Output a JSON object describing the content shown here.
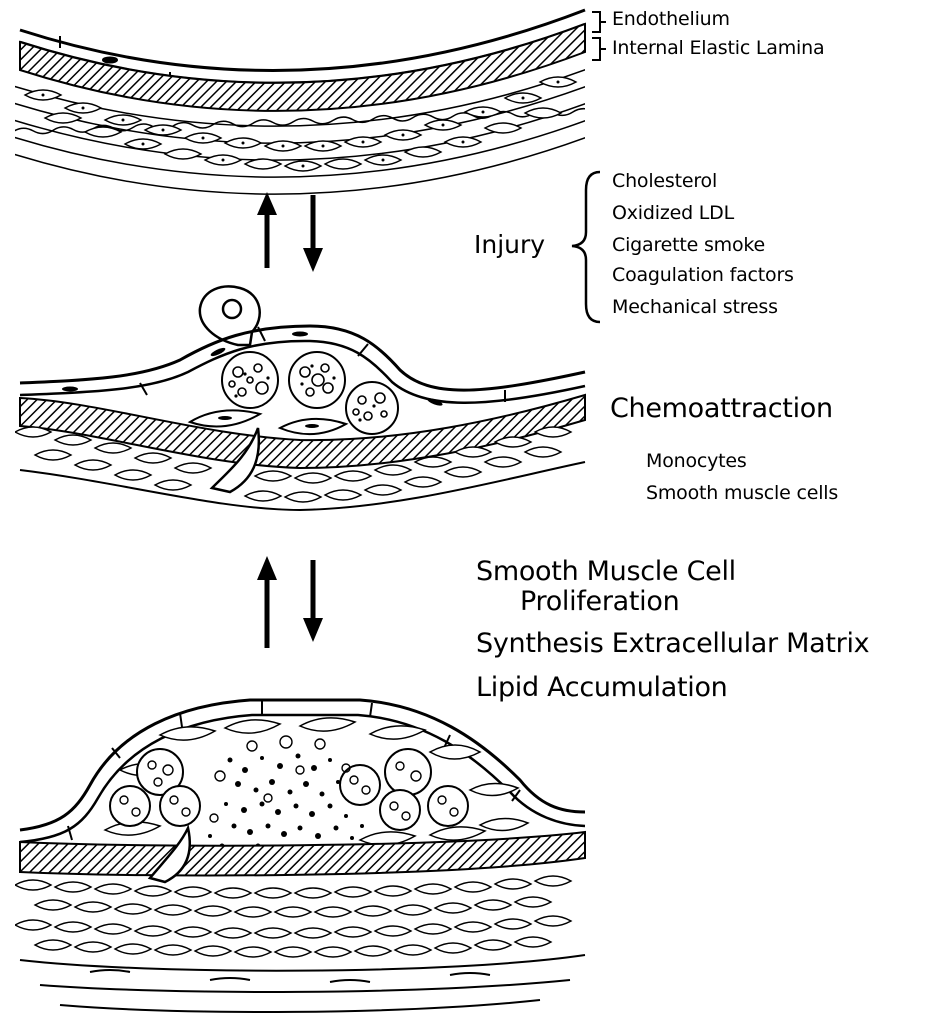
{
  "labels": {
    "endothelium": "Endothelium",
    "internal_elastic_lamina": "Internal Elastic Lamina",
    "injury": "Injury",
    "injury_causes": [
      "Cholesterol",
      "Oxidized LDL",
      "Cigarette smoke",
      "Coagulation factors",
      "Mechanical stress"
    ],
    "chemoattraction": "Chemoattraction",
    "chemoattraction_items": [
      "Monocytes",
      "Smooth muscle cells"
    ],
    "stage3": [
      "Smooth Muscle Cell",
      "Proliferation",
      "Synthesis Extracellular Matrix",
      "Lipid Accumulation"
    ]
  },
  "arrows": [
    {
      "between": "normal-artery and early-lesion",
      "directions": [
        "up",
        "down"
      ]
    },
    {
      "between": "early-lesion and advanced-plaque",
      "directions": [
        "up",
        "down"
      ]
    }
  ]
}
